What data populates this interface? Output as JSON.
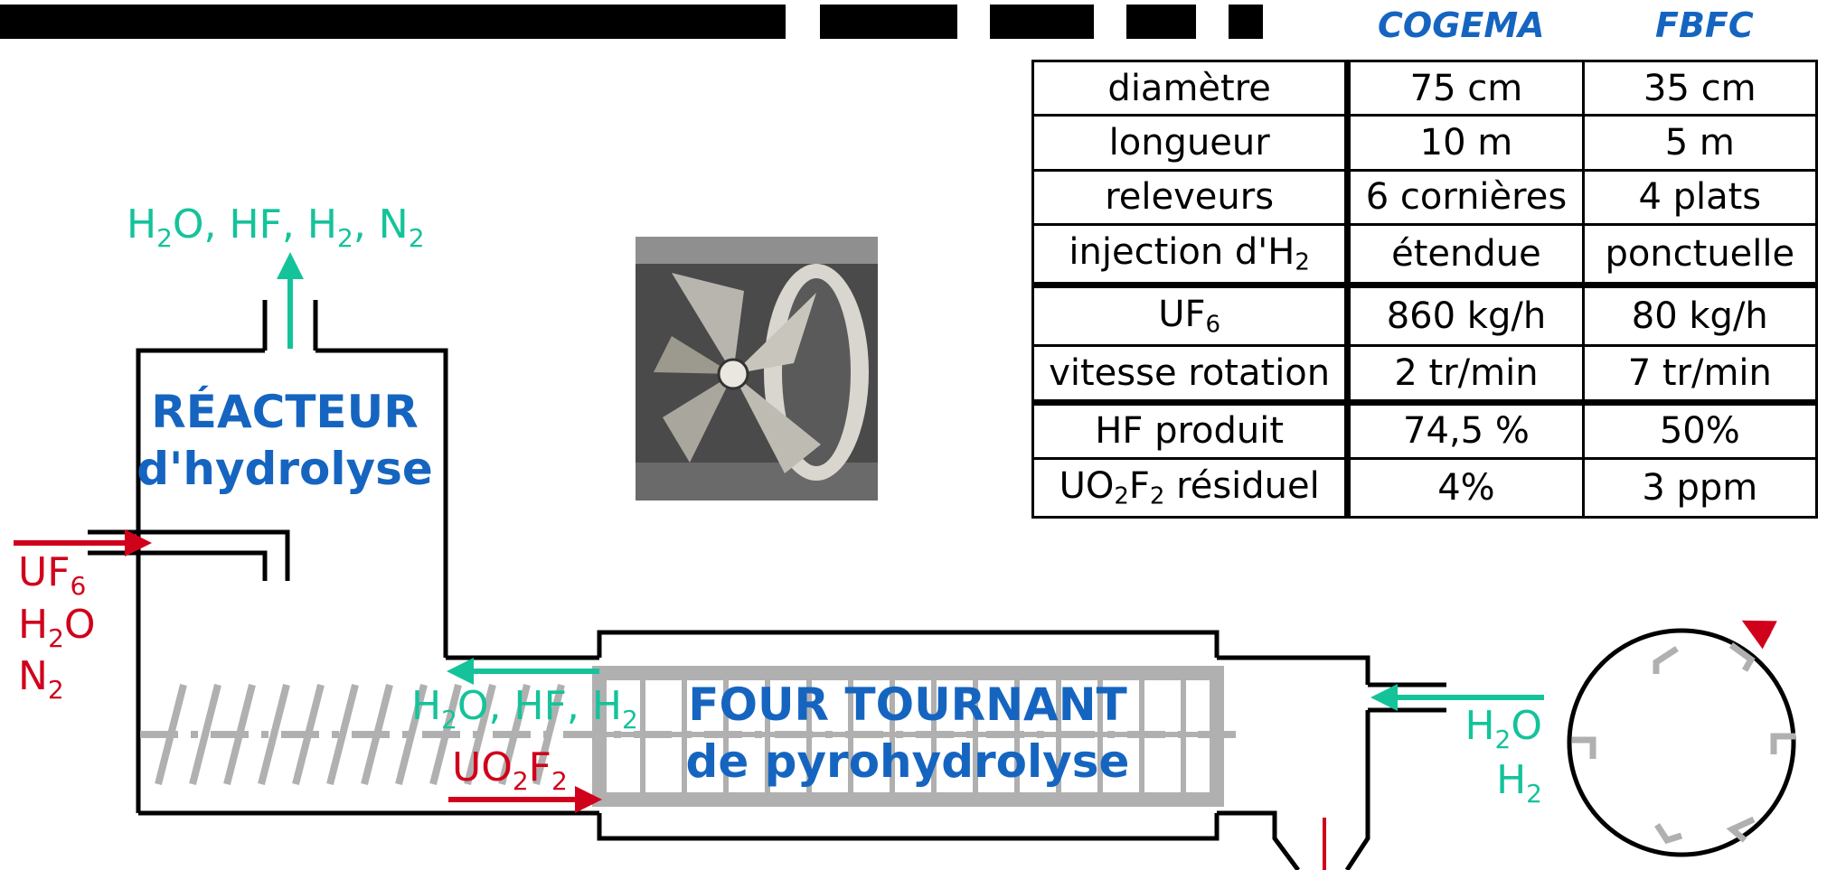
{
  "colors": {
    "accent_blue": "#1565C0",
    "gas_green": "#14C39A",
    "feed_red": "#D0021B",
    "grey_structure": "#B0B0B0",
    "black": "#000000"
  },
  "table": {
    "headers": [
      "COGEMA",
      "FBFC"
    ],
    "rows": [
      {
        "label": "diamètre",
        "cogema": "75 cm",
        "fbfc": "35 cm"
      },
      {
        "label": "longueur",
        "cogema": "10 m",
        "fbfc": "5 m"
      },
      {
        "label": "releveurs",
        "cogema": "6 cornières",
        "fbfc": "4 plats"
      },
      {
        "label_main": "injection d'H",
        "label_sub": "2",
        "cogema": "étendue",
        "fbfc": "ponctuelle"
      },
      {
        "label_main": "UF",
        "label_sub": "6",
        "cogema": "860 kg/h",
        "fbfc": "80 kg/h"
      },
      {
        "label": "vitesse rotation",
        "cogema": "2 tr/min",
        "fbfc": "7 tr/min"
      },
      {
        "label": "HF produit",
        "cogema": "74,5 %",
        "fbfc": "50%"
      },
      {
        "label_a": "UO",
        "sub_a": "2",
        "label_b": "F",
        "sub_b": "2",
        "label_c": " résiduel",
        "cogema": "4%",
        "fbfc": "3 ppm"
      }
    ]
  },
  "reactor": {
    "title": "RÉACTEUR",
    "subtitle": "d'hydrolyse",
    "outlet_parts": [
      "H",
      "2",
      "O, HF, H",
      "2",
      ", N",
      "2"
    ]
  },
  "inlet": {
    "line1_main": "UF",
    "line1_sub": "6",
    "line2_main": "H",
    "line2_sub": "2",
    "line2_tail": "O",
    "line3_main": "N",
    "line3_sub": "2"
  },
  "kiln": {
    "title": "FOUR TOURNANT",
    "subtitle": "de pyrohydrolyse",
    "gas_parts": [
      "H",
      "2",
      "O, HF, H",
      "2"
    ],
    "solid_parts": [
      "UO",
      "2",
      "F",
      "2"
    ]
  },
  "right_inlet": {
    "line1_main": "H",
    "line1_sub": "2",
    "line1_tail": "O",
    "line2_main": "H",
    "line2_sub": "2"
  }
}
